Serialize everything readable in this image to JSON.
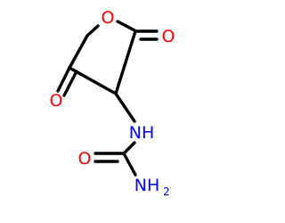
{
  "molecule": {
    "atoms": {
      "ring_oxygen": "O",
      "lactone_carbonyl_oxygen": "O",
      "ketone_oxygen": "O",
      "amide_nitrogen": "NH",
      "urea_oxygen": "O",
      "amine_label": "NH",
      "amine_subscript": "2"
    },
    "colors": {
      "bond": "#000000",
      "oxygen": "#ff0000",
      "nitrogen": "#0000ff"
    }
  }
}
